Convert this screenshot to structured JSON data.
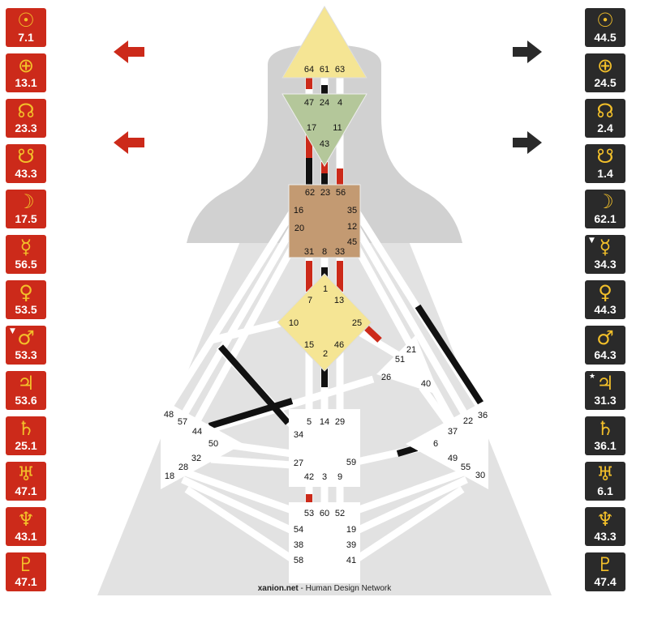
{
  "design": [
    {
      "name": "sun-icon",
      "glyph": "☉",
      "value": "7.1",
      "mark": ""
    },
    {
      "name": "earth-icon",
      "glyph": "⊕",
      "value": "13.1",
      "mark": ""
    },
    {
      "name": "north-node-icon",
      "glyph": "☊",
      "value": "23.3",
      "mark": ""
    },
    {
      "name": "south-node-icon",
      "glyph": "☋",
      "value": "43.3",
      "mark": ""
    },
    {
      "name": "moon-icon",
      "glyph": "☽",
      "value": "17.5",
      "mark": ""
    },
    {
      "name": "mercury-icon",
      "glyph": "☿",
      "value": "56.5",
      "mark": ""
    },
    {
      "name": "venus-icon",
      "glyph": "♀",
      "value": "53.5",
      "mark": ""
    },
    {
      "name": "mars-icon",
      "glyph": "♂",
      "value": "53.3",
      "mark": "▼"
    },
    {
      "name": "jupiter-icon",
      "glyph": "♃",
      "value": "53.6",
      "mark": ""
    },
    {
      "name": "saturn-icon",
      "glyph": "♄",
      "value": "25.1",
      "mark": ""
    },
    {
      "name": "uranus-icon",
      "glyph": "♅",
      "value": "47.1",
      "mark": ""
    },
    {
      "name": "neptune-icon",
      "glyph": "♆",
      "value": "43.1",
      "mark": ""
    },
    {
      "name": "pluto-icon",
      "glyph": "♇",
      "value": "47.1",
      "mark": ""
    }
  ],
  "personality": [
    {
      "name": "sun-icon",
      "glyph": "☉",
      "value": "44.5",
      "mark": ""
    },
    {
      "name": "earth-icon",
      "glyph": "⊕",
      "value": "24.5",
      "mark": ""
    },
    {
      "name": "north-node-icon",
      "glyph": "☊",
      "value": "2.4",
      "mark": ""
    },
    {
      "name": "south-node-icon",
      "glyph": "☋",
      "value": "1.4",
      "mark": ""
    },
    {
      "name": "moon-icon",
      "glyph": "☽",
      "value": "62.1",
      "mark": ""
    },
    {
      "name": "mercury-icon",
      "glyph": "☿",
      "value": "34.3",
      "mark": "▼"
    },
    {
      "name": "venus-icon",
      "glyph": "♀",
      "value": "44.3",
      "mark": ""
    },
    {
      "name": "mars-icon",
      "glyph": "♂",
      "value": "64.3",
      "mark": ""
    },
    {
      "name": "jupiter-icon",
      "glyph": "♃",
      "value": "31.3",
      "mark": "★"
    },
    {
      "name": "saturn-icon",
      "glyph": "♄",
      "value": "36.1",
      "mark": ""
    },
    {
      "name": "uranus-icon",
      "glyph": "♅",
      "value": "6.1",
      "mark": ""
    },
    {
      "name": "neptune-icon",
      "glyph": "♆",
      "value": "43.3",
      "mark": ""
    },
    {
      "name": "pluto-icon",
      "glyph": "♇",
      "value": "47.4",
      "mark": ""
    }
  ],
  "colors": {
    "design": "#cc2a1a",
    "personality": "#2a2a2a",
    "glyph": "#f3c02a",
    "head": "#f5e594",
    "ajna": "#b4c79a",
    "throat": "#c39a72",
    "g_center": "#f5e594",
    "body": "#e2e2e2"
  },
  "gates": {
    "head": [
      "64",
      "61",
      "63"
    ],
    "ajna": [
      "47",
      "24",
      "4",
      "17",
      "11",
      "43"
    ],
    "throat": [
      "62",
      "23",
      "56",
      "16",
      "35",
      "20",
      "12",
      "45",
      "31",
      "8",
      "33"
    ],
    "g": [
      "1",
      "7",
      "13",
      "10",
      "25",
      "15",
      "46",
      "2"
    ],
    "ego": [
      "21",
      "51",
      "26",
      "40"
    ],
    "spleen": [
      "48",
      "57",
      "44",
      "50",
      "32",
      "28",
      "18"
    ],
    "sacral": [
      "5",
      "14",
      "29",
      "34",
      "27",
      "59",
      "42",
      "3",
      "9"
    ],
    "solar_plexus": [
      "37",
      "22",
      "36",
      "6",
      "49",
      "55",
      "30"
    ],
    "root": [
      "53",
      "60",
      "52",
      "54",
      "19",
      "38",
      "39",
      "58",
      "41"
    ]
  },
  "footer": {
    "brand": "xanion.net",
    "rest": " - Human Design Network"
  }
}
